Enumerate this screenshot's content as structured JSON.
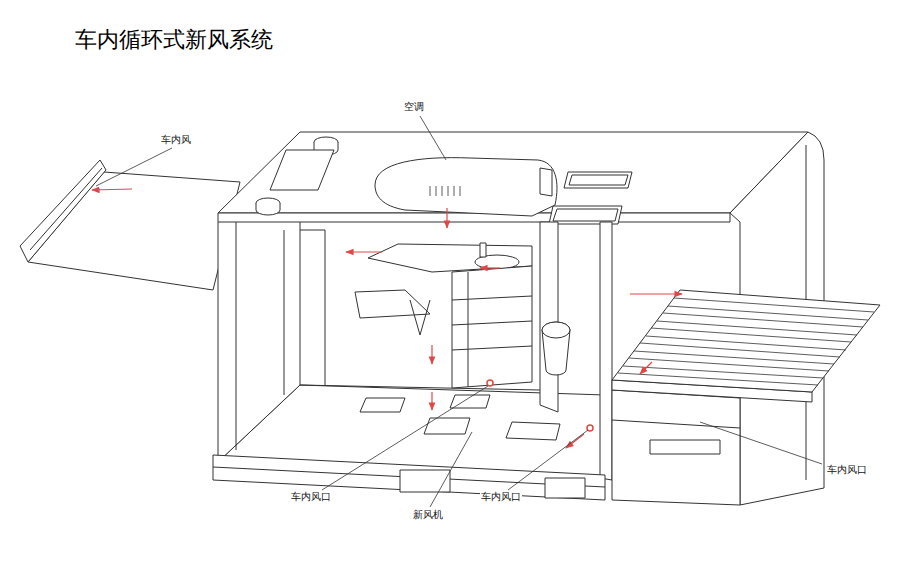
{
  "diagram": {
    "title": "车内循环式新风系统",
    "labels": [
      "空调",
      "车内风",
      "车内风口",
      "车内风口",
      "新风机",
      "车内风口"
    ]
  }
}
